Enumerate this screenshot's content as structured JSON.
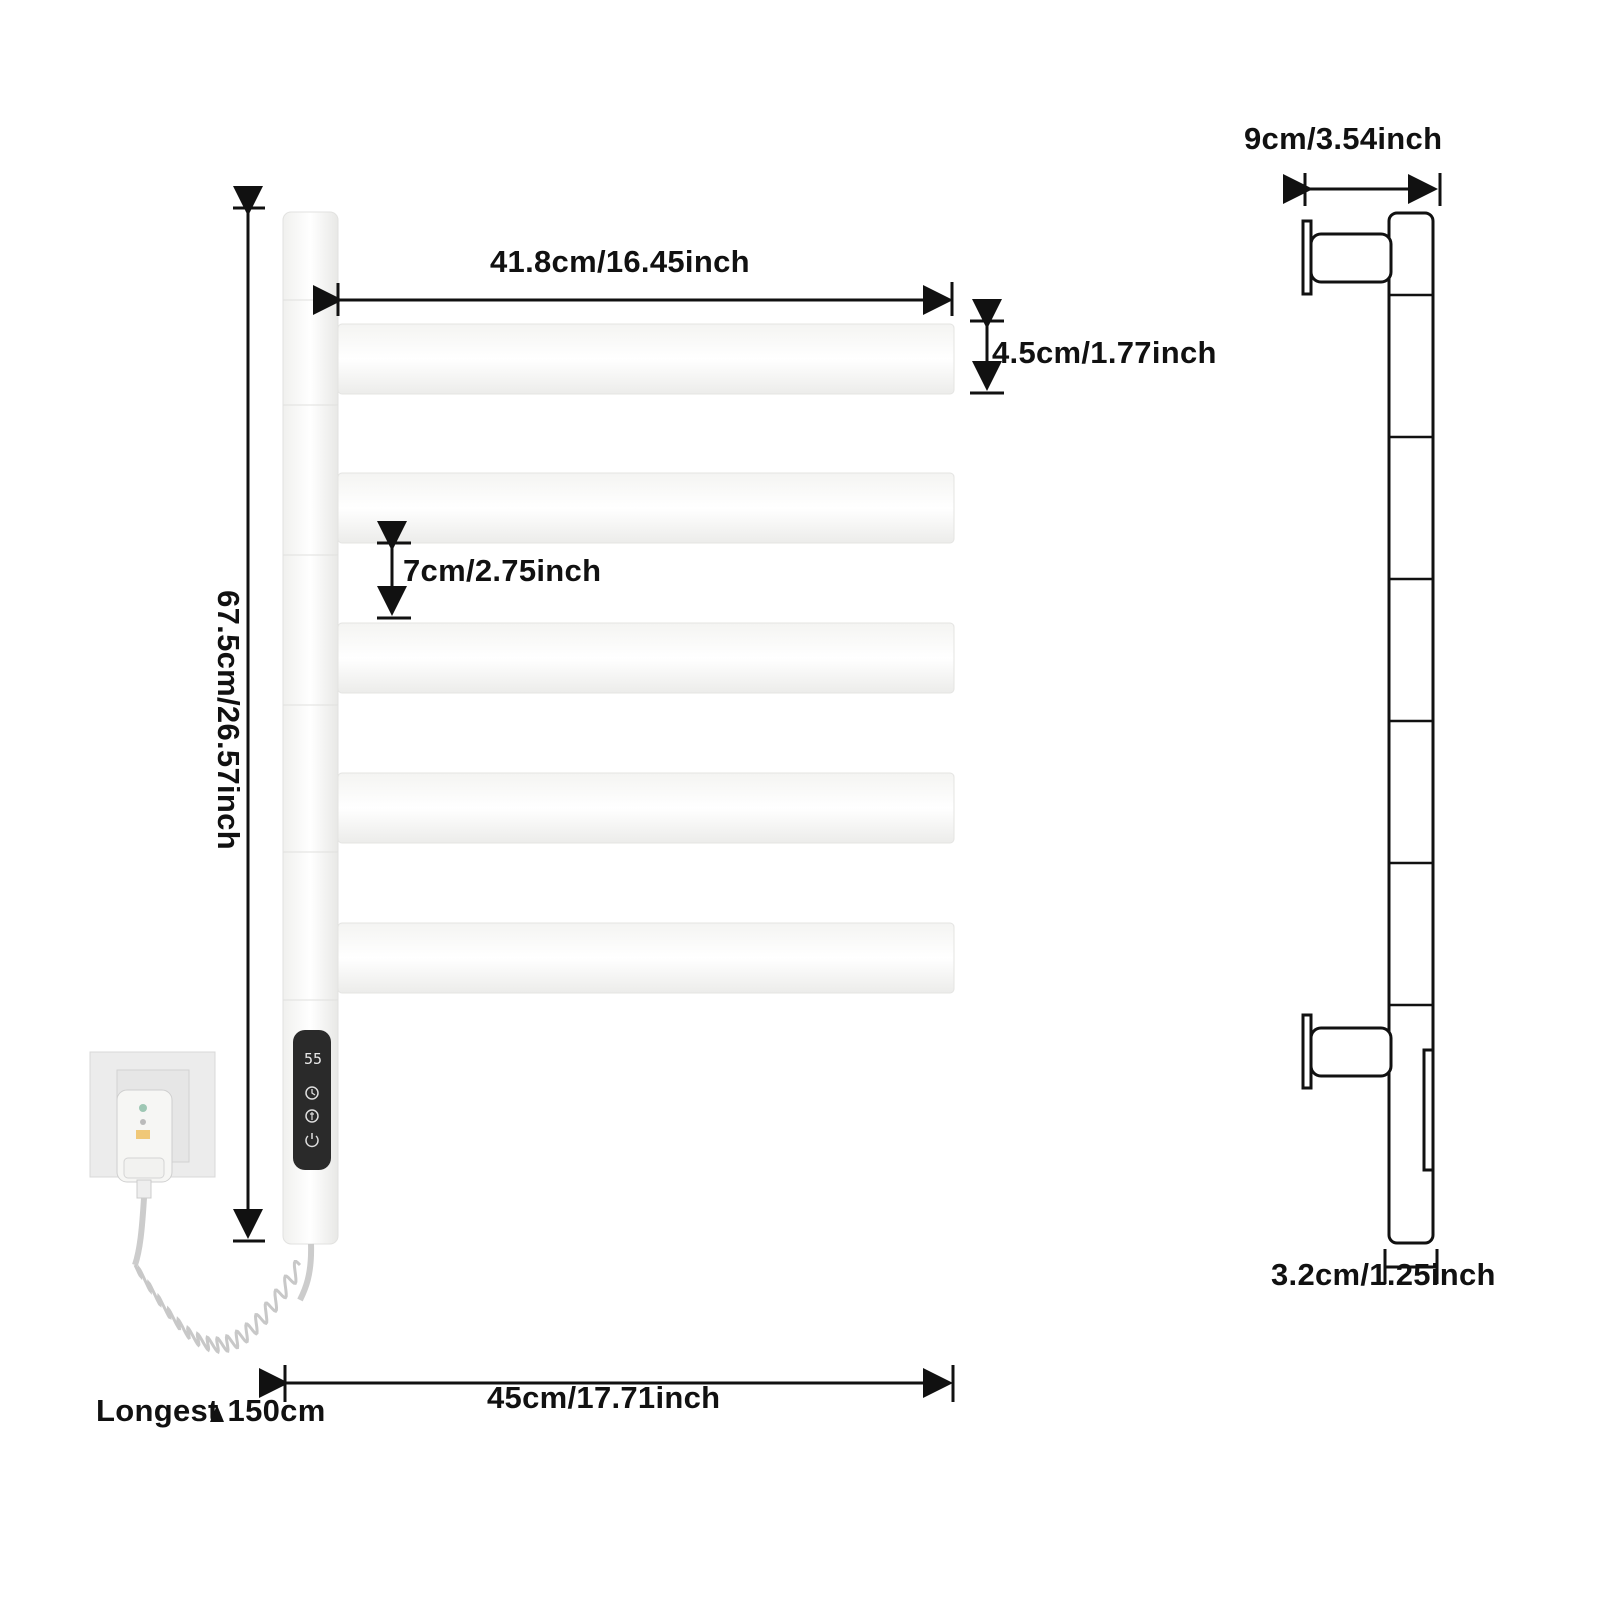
{
  "dimensions": {
    "bar_length": "41.8cm/16.45inch",
    "bar_height": "4.5cm/1.77inch",
    "bar_gap": "7cm/2.75inch",
    "total_height": "67.5cm/26.57inch",
    "total_width": "45cm/17.71inch",
    "depth": "9cm/3.54inch",
    "tube_width": "3.2cm/1.25inch"
  },
  "cord_label": "Longest 150cm",
  "display": {
    "temperature": "55"
  },
  "control_icons": [
    "clock-icon",
    "mode-icon",
    "power-icon"
  ],
  "bar_count": 5,
  "colors": {
    "product": "#ffffff",
    "outline": "#111111",
    "panel": "#2a2a2a",
    "wall_plate": "#ececec"
  }
}
